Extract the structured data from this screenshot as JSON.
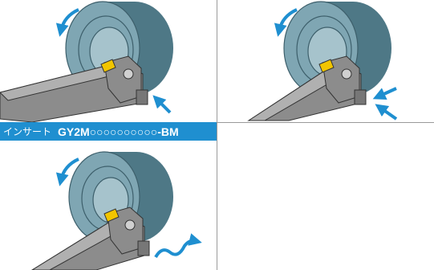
{
  "insert_label": {
    "prefix": "インサート",
    "model": "GY2M○○○○○○○○○○-BM"
  },
  "colors": {
    "workpiece": "#7fa6b3",
    "workpiece_dark": "#4e7886",
    "workpiece_light": "#a6c3cc",
    "tool": "#8c8c8c",
    "tool_dark": "#5d5d5d",
    "insert": "#f2c500",
    "arrow": "#1f8fd0",
    "label_bar": "#1f8fd0",
    "grid": "#9a9a9a"
  },
  "panels": [
    {
      "name": "panel-top-left",
      "rotation_arrow": "counterclockwise",
      "feed_arrow": "diagonal-up-left"
    },
    {
      "name": "panel-top-right",
      "rotation_arrow": "counterclockwise",
      "feed_arrow": "double-diagonal"
    },
    {
      "name": "panel-bottom-left",
      "rotation_arrow": "counterclockwise",
      "feed_arrow": "wavy"
    },
    {
      "name": "panel-bottom-right",
      "rotation_arrow": "",
      "feed_arrow": ""
    }
  ]
}
